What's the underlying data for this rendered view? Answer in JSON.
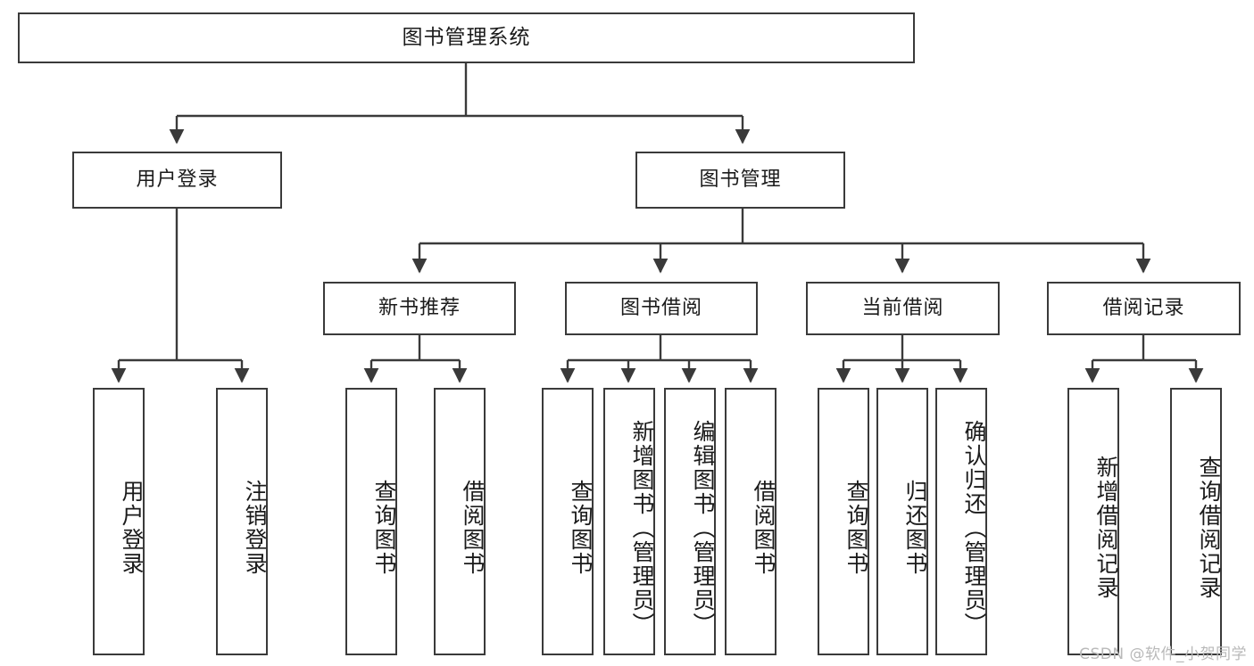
{
  "diagram": {
    "title": "图书管理系统",
    "type": "tree-hierarchy-chart",
    "watermark": "CSDN @软件_小贺同学",
    "colors": {
      "box_border": "#3a3a3a",
      "box_fill": "#ffffff",
      "edge": "#3a3a3a",
      "text": "#1b1b1b",
      "watermark": "#b9b9b9"
    },
    "root": {
      "label": "图书管理系统"
    },
    "level2": [
      {
        "id": "login",
        "label": "用户登录"
      },
      {
        "id": "bookmgmt",
        "label": "图书管理"
      }
    ],
    "level3": [
      {
        "id": "newbook",
        "label": "新书推荐"
      },
      {
        "id": "borrow",
        "label": "图书借阅"
      },
      {
        "id": "current",
        "label": "当前借阅"
      },
      {
        "id": "record",
        "label": "借阅记录"
      }
    ],
    "leaves": {
      "login": [
        {
          "label": "用户登录"
        },
        {
          "label": "注销登录"
        }
      ],
      "newbook": [
        {
          "label": "查询图书"
        },
        {
          "label": "借阅图书"
        }
      ],
      "borrow": [
        {
          "label": "查询图书"
        },
        {
          "label": "新增图书（管理员）"
        },
        {
          "label": "编辑图书（管理员）"
        },
        {
          "label": "借阅图书"
        }
      ],
      "current": [
        {
          "label": "查询图书"
        },
        {
          "label": "归还图书"
        },
        {
          "label": "确认归还（管理员）"
        }
      ],
      "record": [
        {
          "label": "新增借阅记录"
        },
        {
          "label": "查询借阅记录"
        }
      ]
    }
  }
}
